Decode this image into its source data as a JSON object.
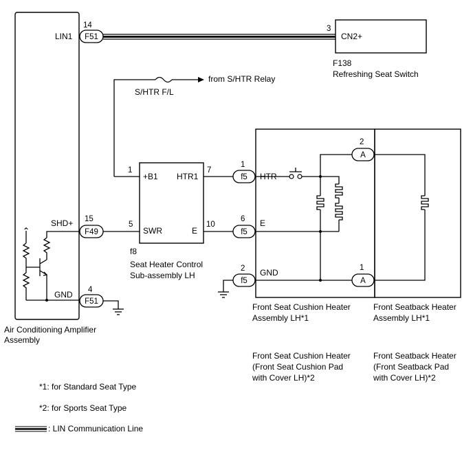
{
  "amplifier": {
    "name_line1": "Air Conditioning Amplifier",
    "name_line2": "Assembly",
    "pin_lin1": "LIN1",
    "pin_shd": "SHD+",
    "pin_gnd": "GND"
  },
  "refresh_switch": {
    "terminal": "CN2+",
    "pin": "3",
    "code": "F138",
    "name": "Refreshing Seat Switch"
  },
  "fuse": {
    "label": "S/HTR F/L",
    "source": "from S/HTR Relay"
  },
  "heater_control": {
    "code": "f8",
    "name_line1": "Seat Heater Control",
    "name_line2": "Sub-assembly LH",
    "term_b1": "+B1",
    "term_htr1": "HTR1",
    "term_swr": "SWR",
    "term_e": "E",
    "pin_b1": "1",
    "pin_htr1": "7",
    "pin_swr": "5",
    "pin_e": "10"
  },
  "connectors": {
    "lin": {
      "code": "F51",
      "pin": "14"
    },
    "shd": {
      "code": "F49",
      "pin": "15"
    },
    "gnd": {
      "code": "F51",
      "pin": "4"
    },
    "htr": {
      "code": "f5",
      "pin": "1"
    },
    "e": {
      "code": "f5",
      "pin": "6"
    },
    "seat_gnd": {
      "code": "f5",
      "pin": "2"
    },
    "a_top": {
      "code": "A",
      "pin": "2"
    },
    "a_bottom": {
      "code": "A",
      "pin": "1"
    }
  },
  "cushion_heater": {
    "term_htr": "HTR",
    "term_e": "E",
    "term_gnd": "GND",
    "name_line1": "Front Seat Cushion Heater",
    "name_line2": "Assembly LH*1",
    "alt_line1": "Front Seat Cushion Heater",
    "alt_line2": "(Front Seat Cushion Pad",
    "alt_line3": "with Cover LH)*2"
  },
  "seatback_heater": {
    "name_line1": "Front Seatback Heater",
    "name_line2": "Assembly LH*1",
    "alt_line1": "Front Seatback Heater",
    "alt_line2": "(Front Seatback Pad",
    "alt_line3": "with Cover LH)*2"
  },
  "notes": {
    "note1": "*1: for Standard Seat Type",
    "note2": "*2: for Sports Seat Type",
    "lin_legend": ": LIN Communication Line"
  }
}
